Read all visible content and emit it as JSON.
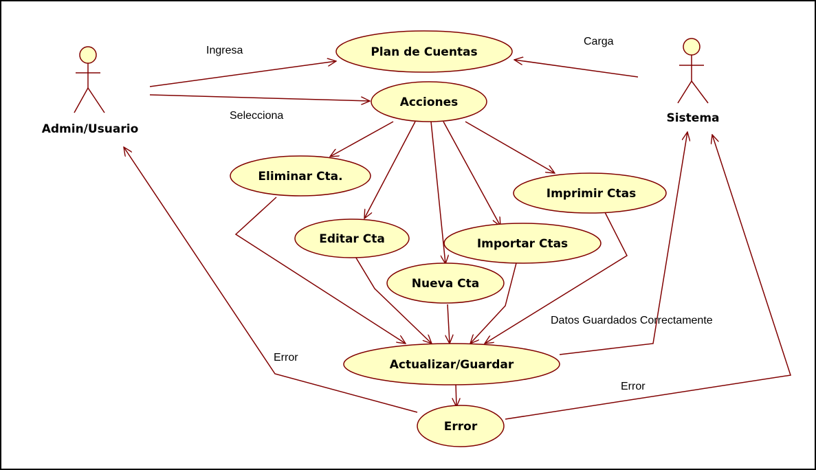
{
  "colors": {
    "ellipse_fill": "#FFFFC4",
    "stroke": "#800000",
    "border": "#000000"
  },
  "actors": {
    "admin": {
      "label": "Admin/Usuario"
    },
    "sistema": {
      "label": "Sistema"
    }
  },
  "use_cases": {
    "plan": "Plan de Cuentas",
    "acciones": "Acciones",
    "eliminar": "Eliminar Cta.",
    "imprimir": "Imprimir Ctas",
    "editar": "Editar Cta",
    "importar": "Importar Ctas",
    "nueva": "Nueva Cta",
    "actualizar": "Actualizar/Guardar",
    "error": "Error"
  },
  "edge_labels": {
    "ingresa": "Ingresa",
    "carga": "Carga",
    "selecciona": "Selecciona",
    "datos_guardados": "Datos Guardados Correctamente",
    "error_left": "Error",
    "error_right": "Error"
  }
}
